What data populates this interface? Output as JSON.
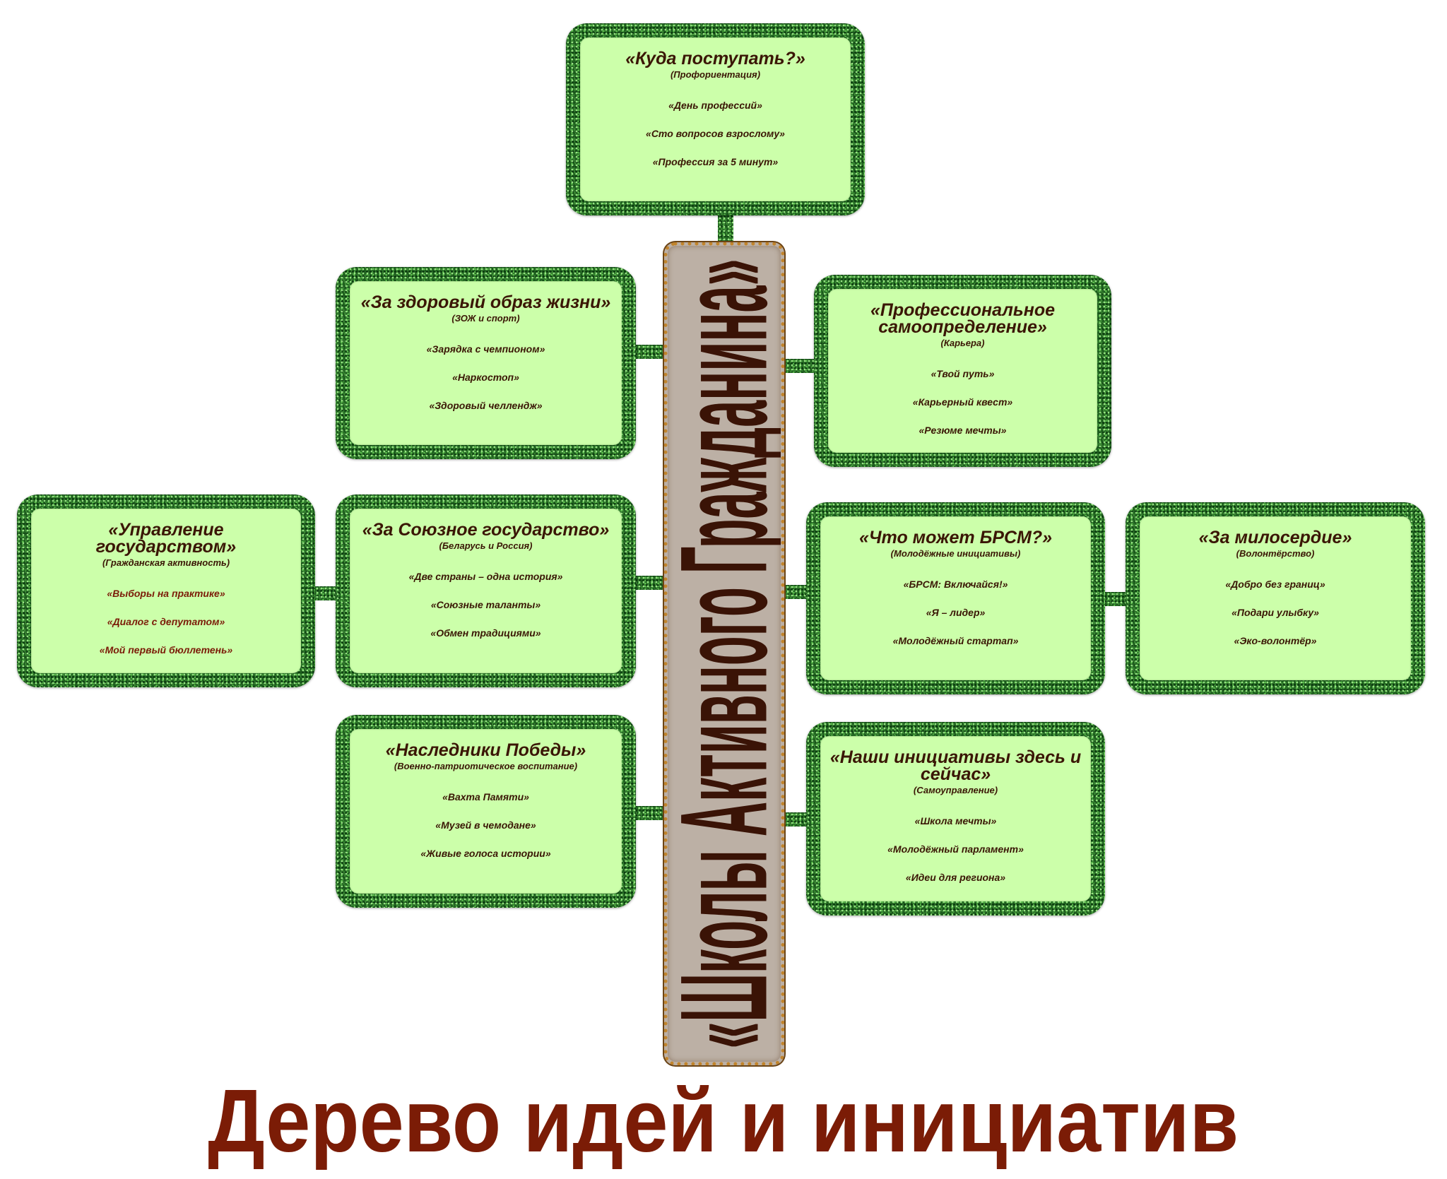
{
  "colors": {
    "panel": "#ccffaa",
    "text": "#3a1605",
    "red_text": "#7b1b08",
    "heading": "#7b1c06",
    "trunk": "#bcb0a5",
    "trunk_text": "#3a1306"
  },
  "trunk": {
    "label": "«Школы Активного Гражданина»"
  },
  "heading": "Дерево идей и инициатив",
  "boxes": [
    {
      "title": "«Куда поступать?»",
      "subtitle": "(Профориентация)",
      "items": [
        "«День профессий»",
        "«Сто вопросов взрослому»",
        "«Профессия за 5 минут»"
      ]
    },
    {
      "title": "«За здоровый образ жизни»",
      "subtitle": "(ЗОЖ и спорт)",
      "items": [
        "«Зарядка с чемпионом»",
        "«Наркостоп»",
        "«Здоровый челлендж»"
      ]
    },
    {
      "title": "«Профессиональное самоопределение»",
      "subtitle": "(Карьера)",
      "items": [
        "«Твой путь»",
        "«Карьерный квест»",
        "«Резюме мечты»"
      ]
    },
    {
      "title": "«Управление государством»",
      "subtitle": "(Гражданская активность)",
      "items": [
        "«Выборы на практике»",
        "«Диалог с депутатом»",
        "«Мой первый бюллетень»"
      ]
    },
    {
      "title": "«За Союзное государство»",
      "subtitle": "(Беларусь и Россия)",
      "items": [
        "«Две страны – одна история»",
        "«Союзные таланты»",
        "«Обмен традициями»"
      ]
    },
    {
      "title": "«Что может БРСМ?»",
      "subtitle": "(Молодёжные инициативы)",
      "items": [
        "«БРСМ: Включайся!»",
        "«Я – лидер»",
        "«Молодёжный стартап»"
      ]
    },
    {
      "title": "«За милосердие»",
      "subtitle": "(Волонтёрство)",
      "items": [
        "«Добро без границ»",
        "«Подари улыбку»",
        "«Эко-волонтёр»"
      ]
    },
    {
      "title": "«Наследники Победы»",
      "subtitle": "(Военно-патриотическое воспитание)",
      "items": [
        "«Вахта Памяти»",
        "«Музей в чемодане»",
        "«Живые голоса истории»"
      ]
    },
    {
      "title": "«Наши инициативы здесь и сейчас»",
      "subtitle": "(Самоуправление)",
      "items": [
        "«Школа мечты»",
        "«Молодёжный парламент»",
        "«Идеи для региона»"
      ]
    }
  ]
}
